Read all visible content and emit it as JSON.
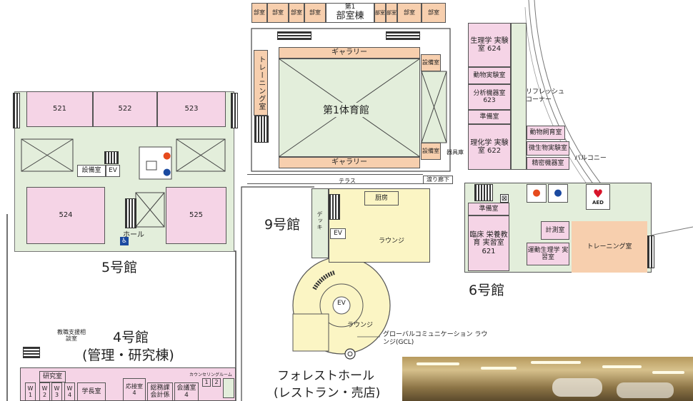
{
  "bld5": {
    "label": "5号館",
    "rooms": [
      "521",
      "522",
      "523",
      "524",
      "525"
    ],
    "equip": "設備室",
    "ev": "EV",
    "hall": "ホール"
  },
  "bld4": {
    "label": "4号館",
    "sub": "(管理・研究棟)",
    "support": "教職支援相談室",
    "lab": "研究室",
    "w": [
      "W 1",
      "W 2",
      "W 3",
      "W 4"
    ],
    "dean": "学長室",
    "reception": "応接室 4",
    "general": "総務課 会計係",
    "meeting": "会議室 4",
    "counsel": "カウンセリングルーム",
    "c12": [
      "1",
      "2"
    ]
  },
  "gym": {
    "club_title_1": "第1",
    "club_title_2": "部室棟",
    "clubrooms": [
      "部室",
      "部室",
      "部室",
      "部室",
      "部室",
      "部室"
    ],
    "gallery_top": "ギャラリー",
    "gallery_bottom": "ギャラリー",
    "name": "第1体育館",
    "training": "トレーニング室",
    "equip_a": "設備室",
    "equip_b": "設備室",
    "tool": "器具庫",
    "terrace": "テラス",
    "corridor": "渡り廊下"
  },
  "bld9": {
    "label": "9号館",
    "kitchen": "厨房",
    "lounge": "ラウンジ",
    "deck": "デッキ",
    "ev": "EV"
  },
  "forest": {
    "lounge": "ラウンジ",
    "ev": "EV",
    "gcl": "グローバルコミュニケーション ラウンジ(GCL)",
    "label": "フォレストホール",
    "sub": "(レストラン・売店)"
  },
  "bld6": {
    "label": "6号館",
    "r624": "生理学 実験室 624",
    "animal_lab": "動物実験室",
    "r623": "分析機器室 623",
    "prep1": "準備室",
    "r622": "理化学 実験室 622",
    "prep2": "準備室",
    "r621": "臨床 栄養教育 実習室 621",
    "refresh": "リフレッシュ コーナー",
    "animal": "動物飼育室",
    "micro": "微生物実験室",
    "precision": "精密機器室",
    "balcony": "バルコニー",
    "measure": "計測室",
    "exercise": "運動生理学 実習室",
    "training": "トレーニング室",
    "aed": "AED"
  },
  "photo": {
    "caption": ""
  }
}
